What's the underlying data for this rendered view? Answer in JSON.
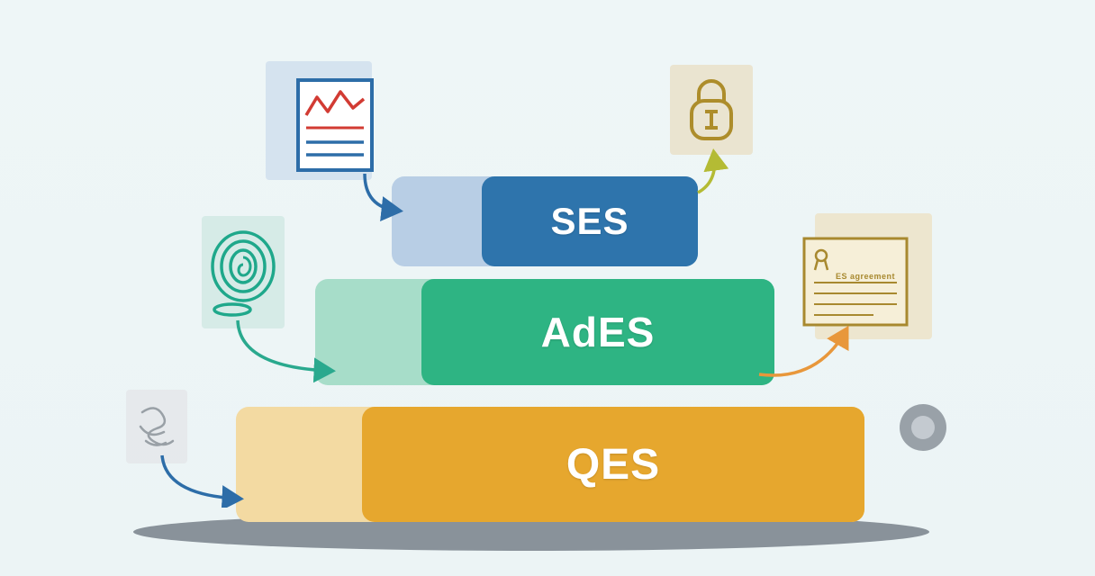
{
  "diagram": {
    "type": "pyramid",
    "levels": [
      {
        "label": "SES",
        "color": "#2e74ac",
        "light_color": "#b8cee5"
      },
      {
        "label": "AdES",
        "color": "#2eb483",
        "light_color": "#a7ddc9"
      },
      {
        "label": "QES",
        "color": "#e6a72e",
        "light_color": "#f3daa2"
      }
    ],
    "certificate_text": "ES agreement",
    "colors": {
      "background": "#eef6f7",
      "ground_shadow": "#89929a",
      "arrow_blue": "#2d6da8",
      "arrow_teal": "#2aa98e",
      "arrow_orange": "#e8973b",
      "arrow_olive": "#b4bb34",
      "gold": "#a8892f",
      "red_line": "#d23b33"
    }
  }
}
